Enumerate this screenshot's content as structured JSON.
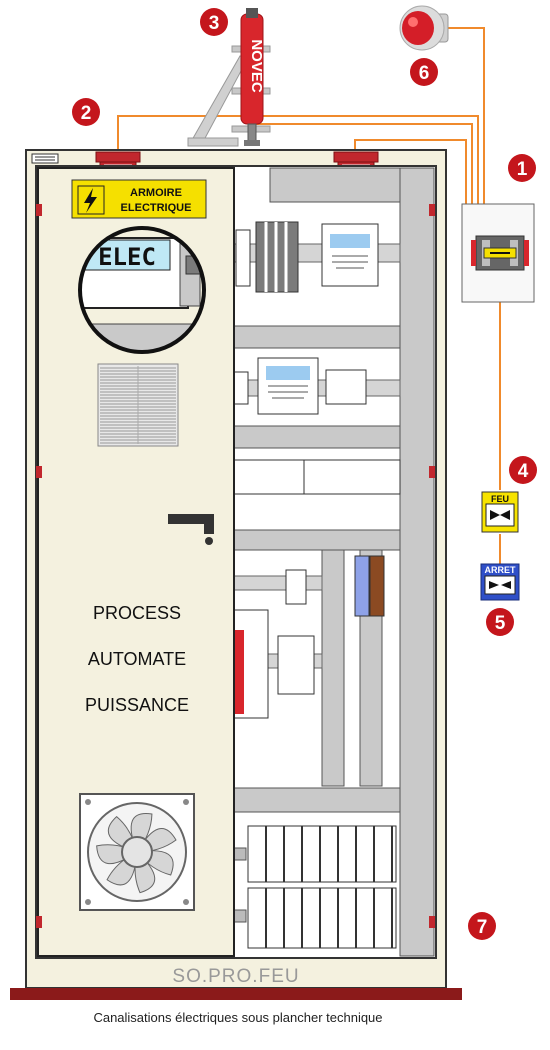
{
  "tank_label": "NOVEC",
  "sign": {
    "line1": "ARMOIRE",
    "line2": "ELECTRIQUE",
    "hazard_icon": "lightning-bolt"
  },
  "zoom_label": "ELEC",
  "door_texts": [
    "PROCESS",
    "AUTOMATE",
    "PUISSANCE"
  ],
  "brand": "SO.PRO.FEU",
  "caption": "Canalisations électriques sous plancher technique",
  "button_feu": "FEU",
  "button_arret": "ARRET",
  "markers": [
    "1",
    "2",
    "3",
    "4",
    "5",
    "6",
    "7"
  ],
  "colors": {
    "cabinet_fill": "#f4f1df",
    "pipe": "#f08a2c",
    "marker": "#c4161c",
    "tank": "#d8262c",
    "floor": "#8b1a1a",
    "feu_button": "#f7e300",
    "arret_button": "#2f4fc8",
    "sign": "#f5e000"
  }
}
